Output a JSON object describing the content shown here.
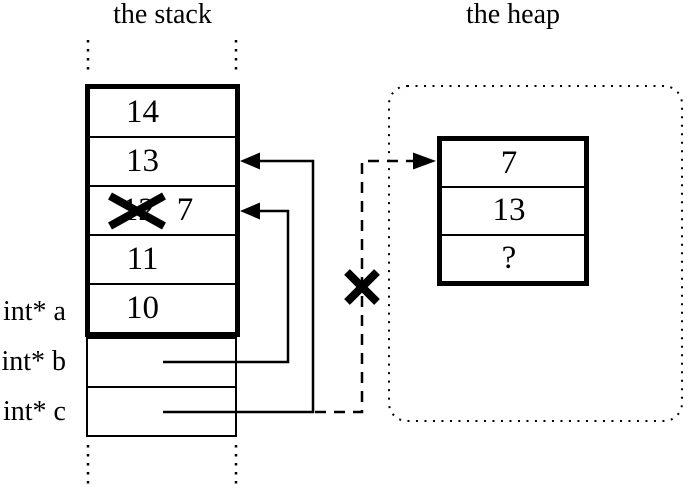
{
  "titles": {
    "stack": "the stack",
    "heap": "the heap"
  },
  "stack": {
    "cells": [
      {
        "value": "14"
      },
      {
        "value": "13"
      },
      {
        "old_value": "12",
        "new_value": "7",
        "crossed_out": true
      },
      {
        "value": "11"
      },
      {
        "value": "10"
      }
    ],
    "labels": [
      {
        "name": "int* a"
      },
      {
        "name": "int* b"
      },
      {
        "name": "int* c"
      }
    ]
  },
  "heap": {
    "cells": [
      {
        "value": "7"
      },
      {
        "value": "13"
      },
      {
        "value": "?"
      }
    ]
  },
  "colors": {
    "ink": "#000000",
    "background": "#ffffff"
  }
}
